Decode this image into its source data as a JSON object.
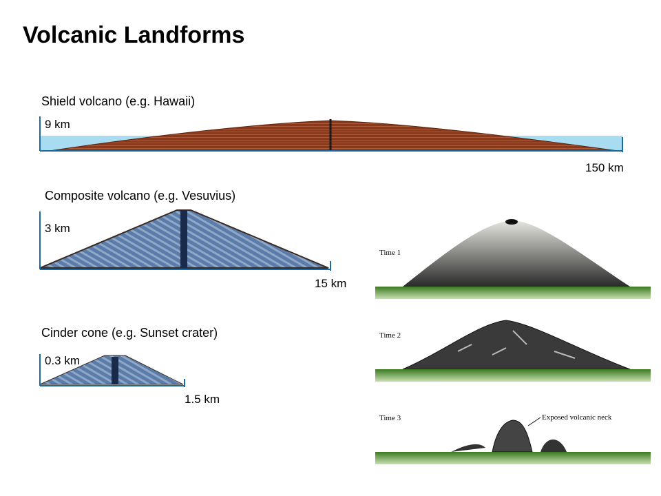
{
  "title": "Volcanic Landforms",
  "shield": {
    "name": "Shield volcano (e.g. Hawaii)",
    "height": "9 km",
    "width": "150 km"
  },
  "composite": {
    "name": "Composite volcano (e.g. Vesuvius)",
    "height": "3 km",
    "width": "15 km"
  },
  "cinder": {
    "name": "Cinder cone (e.g. Sunset crater)",
    "height": "0.3 km",
    "width": "1.5 km"
  },
  "sequence": {
    "panels": [
      {
        "label": "Time 1"
      },
      {
        "label": "Time 2"
      },
      {
        "label": "Time 3",
        "annotation": "Exposed volcanic neck"
      }
    ]
  },
  "colors": {
    "sky": "#a8dcf0",
    "shield_lava": "#8a3a1a",
    "composite_layers": "#4d6d96",
    "grass": "#4a8a2a",
    "rock_dark": "#2a2a2a"
  }
}
